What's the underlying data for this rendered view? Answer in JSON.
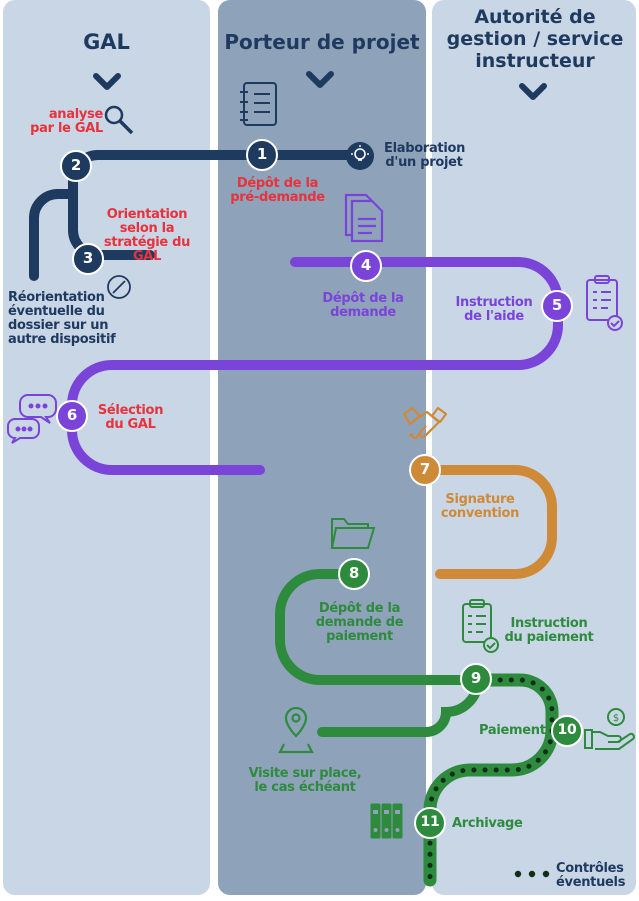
{
  "columns": {
    "gal": "GAL",
    "porteur": "Porteur de projet",
    "autorite": "Autorité de gestion / service instructeur"
  },
  "steps": [
    {
      "num": "1",
      "label": "Dépôt de la pré-demande"
    },
    {
      "num": "2",
      "label": "analyse par le GAL"
    },
    {
      "num": "3",
      "label": "Orientation selon la stratégie du GAL"
    },
    {
      "num": "4",
      "label": "Dépôt de la demande"
    },
    {
      "num": "5",
      "label": "Instruction de l'aide"
    },
    {
      "num": "6",
      "label": "Sélection du GAL"
    },
    {
      "num": "7",
      "label": "Signature convention"
    },
    {
      "num": "8",
      "label": "Dépôt de la demande de paiement"
    },
    {
      "num": "9",
      "label": "Instruction du paiement"
    },
    {
      "num": "10",
      "label": "Paiement"
    },
    {
      "num": "11",
      "label": "Archivage"
    }
  ],
  "extra_labels": {
    "elaboration": "Elaboration d'un projet",
    "reorientation": "Réorientation éventuelle du dossier sur un autre dispositif",
    "visite": "Visite sur place, le cas échéant",
    "controles": "Contrôles éventuels"
  },
  "colors": {
    "navy": "#1f3a5f",
    "red": "#e8323c",
    "purple": "#7b44d9",
    "orange": "#cf8a37",
    "green": "#2e8b3e",
    "dark_green": "#1c4d2a"
  },
  "icons": [
    "checklist-icon",
    "magnifier-icon",
    "lightbulb-icon",
    "document-icon",
    "compass-icon",
    "clipboard-check-icon",
    "chat-bubbles-icon",
    "handshake-icon",
    "folder-icon",
    "location-pin-icon",
    "money-hand-icon",
    "binders-icon"
  ]
}
